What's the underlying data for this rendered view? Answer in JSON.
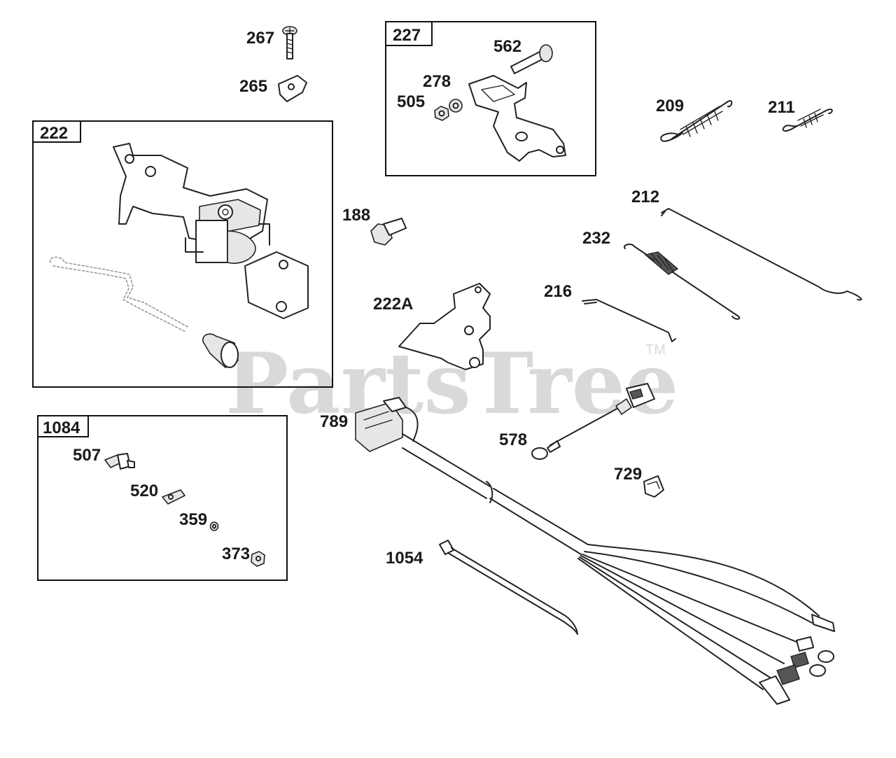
{
  "watermark": {
    "text": "PartsTree",
    "trademark": "TM"
  },
  "boxes": {
    "b222": {
      "label": "222"
    },
    "b227": {
      "label": "227"
    },
    "b1084": {
      "label": "1084"
    }
  },
  "parts": {
    "p267": "267",
    "p265": "265",
    "p562": "562",
    "p278": "278",
    "p505": "505",
    "p209": "209",
    "p211": "211",
    "p212": "212",
    "p232": "232",
    "p188": "188",
    "p216": "216",
    "p222A": "222A",
    "p789": "789",
    "p578": "578",
    "p507": "507",
    "p520": "520",
    "p359": "359",
    "p373": "373",
    "p729": "729",
    "p1054": "1054"
  }
}
